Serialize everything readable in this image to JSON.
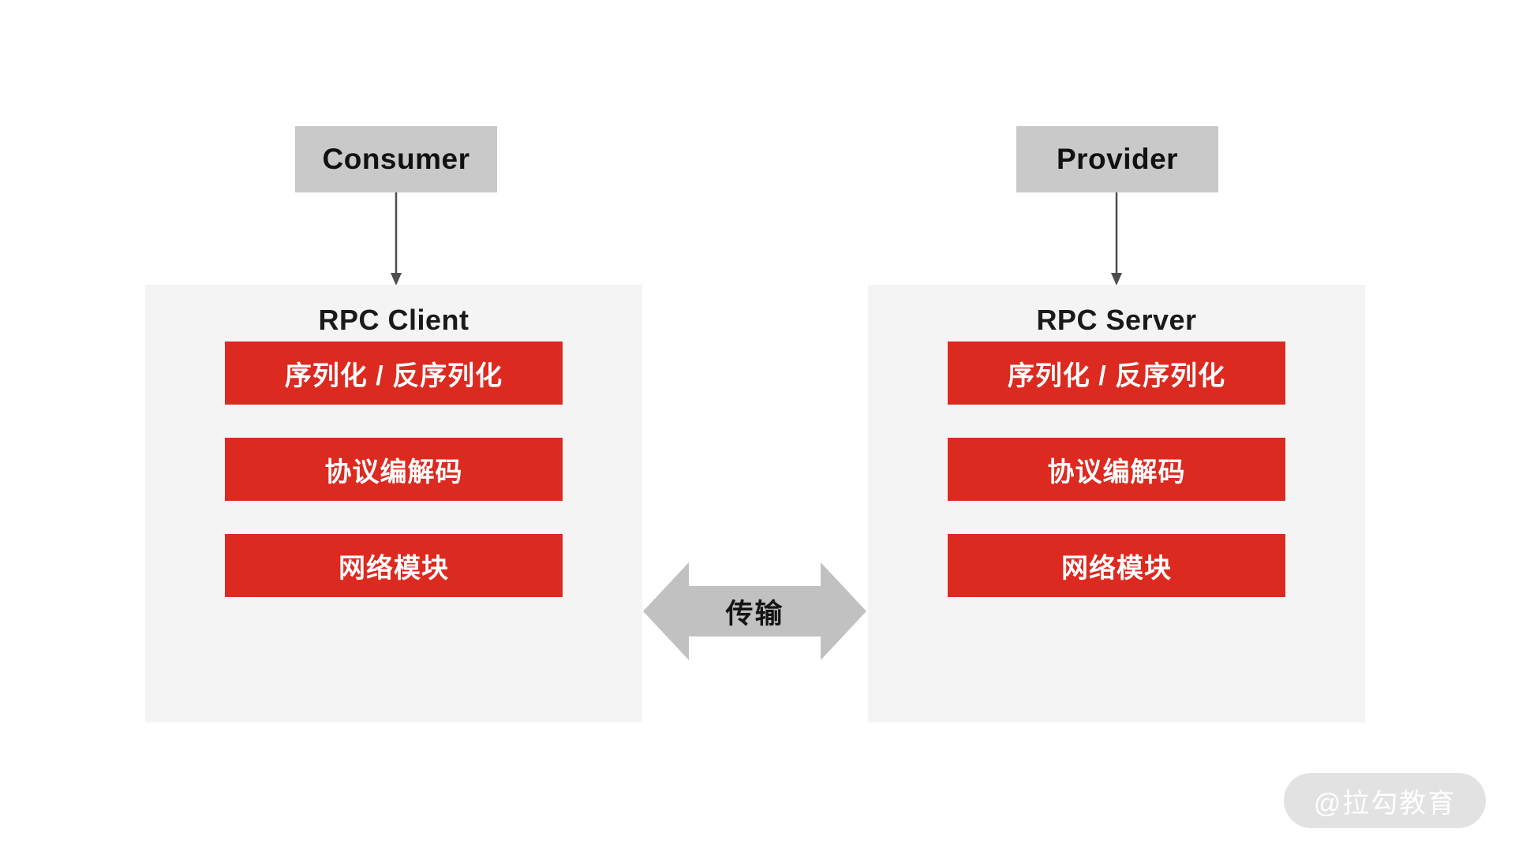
{
  "colors": {
    "background": "#ffffff",
    "endpoint_box_gray": "#c9c9c9",
    "panel_gray": "#f4f4f4",
    "module_red": "#dc2a20",
    "module_text": "#ffffff",
    "transport_arrow_gray": "#c1c1c1",
    "connector_gray": "#4d4d4d",
    "watermark_bg": "#e2e2e2",
    "watermark_text": "#ffffff"
  },
  "endpoints": {
    "consumer_label": "Consumer",
    "provider_label": "Provider"
  },
  "client_panel": {
    "title": "RPC Client",
    "modules": [
      {
        "label": "序列化 / 反序列化"
      },
      {
        "label": "协议编解码"
      },
      {
        "label": "网络模块"
      }
    ]
  },
  "server_panel": {
    "title": "RPC Server",
    "modules": [
      {
        "label": "序列化 / 反序列化"
      },
      {
        "label": "协议编解码"
      },
      {
        "label": "网络模块"
      }
    ]
  },
  "transport": {
    "label": "传输"
  },
  "watermark": {
    "label": "@拉勾教育"
  }
}
